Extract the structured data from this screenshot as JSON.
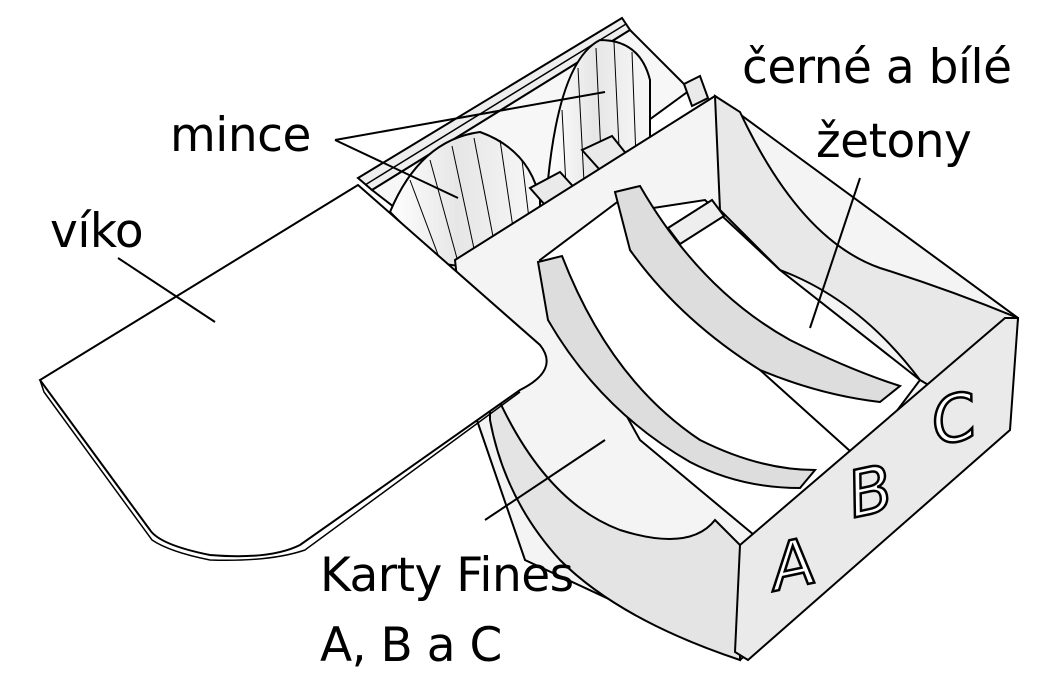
{
  "labels": {
    "coins": "mince",
    "lid": "víko",
    "tokens_line1": "černé a bílé",
    "tokens_line2": "žetony",
    "cards_line1": "Karty Fines",
    "cards_line2": "A, B a C"
  },
  "slot_letters": [
    "A",
    "B",
    "C"
  ],
  "colors": {
    "line": "#000000",
    "background": "#ffffff",
    "light_face": "#f3f3f3",
    "mid_face": "#e2e2e2",
    "dark_face": "#cfcfcf"
  }
}
